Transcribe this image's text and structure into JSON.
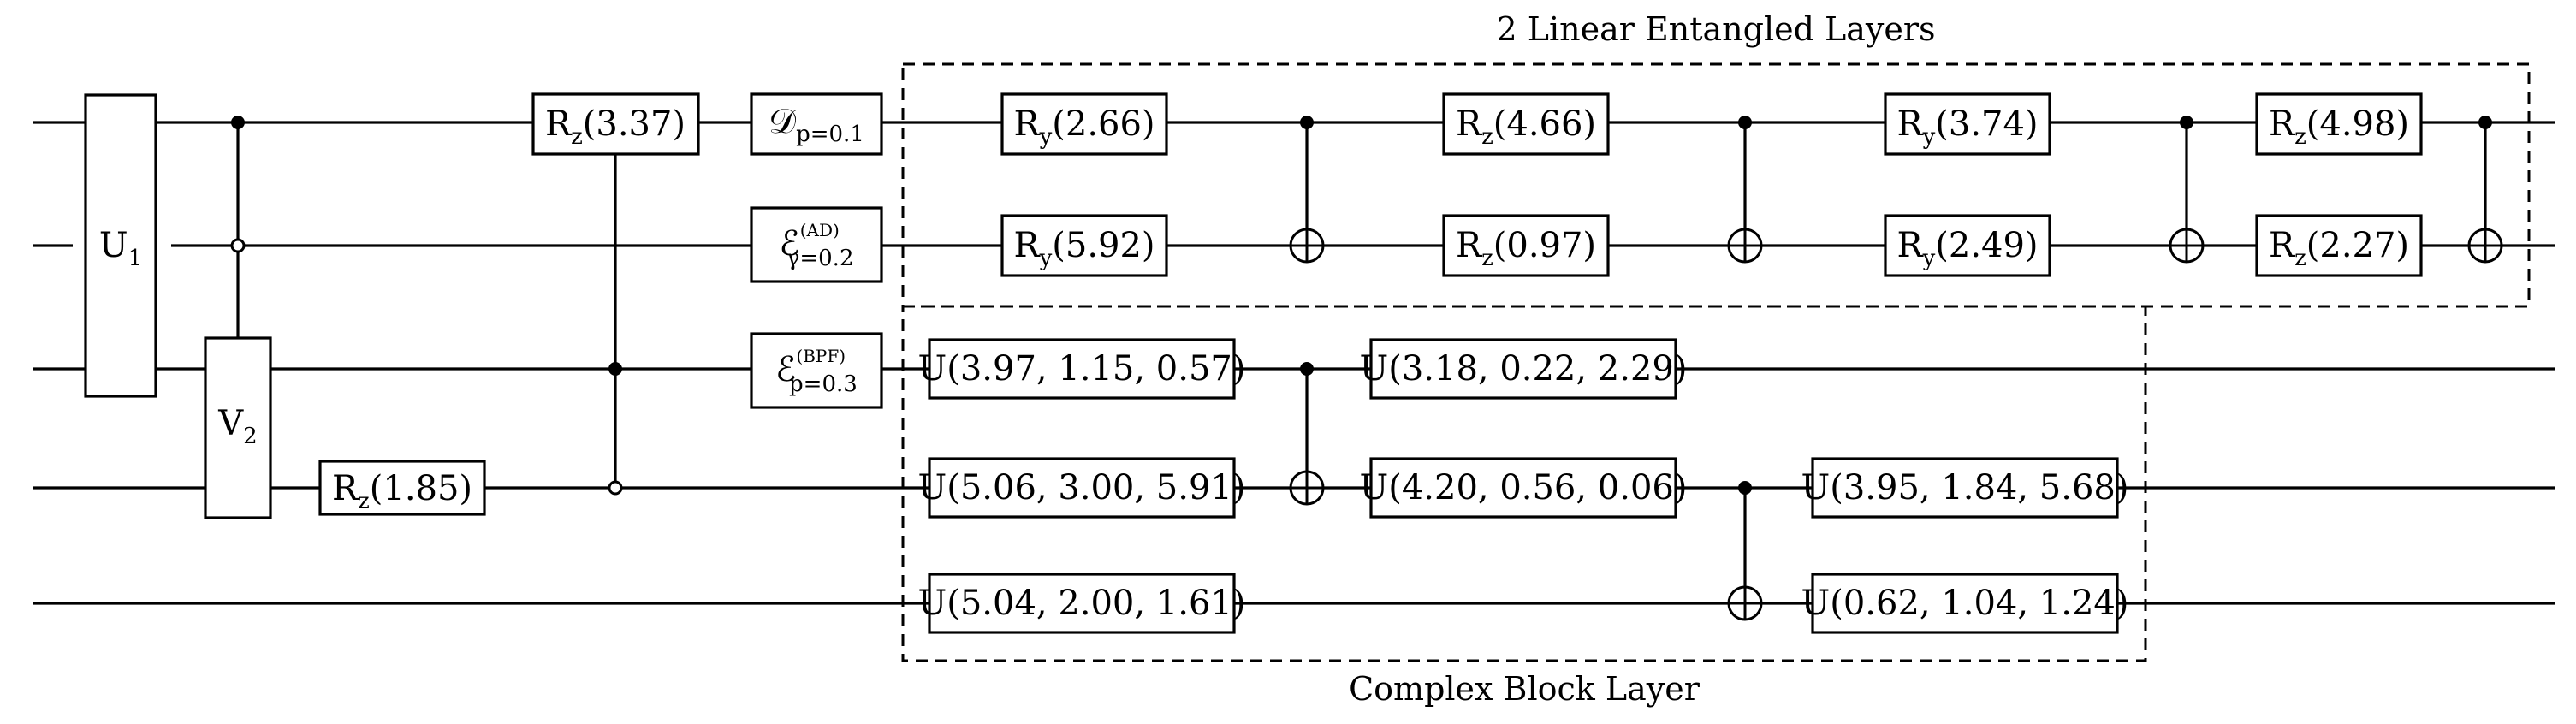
{
  "regions": {
    "entangled_label": "2 Linear Entangled Layers",
    "complex_label": "Complex Block Layer"
  },
  "gates": {
    "u1": {
      "main": "U",
      "sub": "1"
    },
    "v2": {
      "main": "V",
      "sub": "2"
    },
    "rz_185": {
      "main": "R",
      "sub": "z",
      "arg": "(1.85)"
    },
    "rz_337": {
      "main": "R",
      "sub": "z",
      "arg": "(3.37)"
    },
    "dep": {
      "main": "𝒟",
      "sub": "p=0.1"
    },
    "amp_damp": {
      "main": "ℰ",
      "sup": "(AD)",
      "sub": "γ=0.2"
    },
    "bpf": {
      "main": "ℰ",
      "sup": "(BPF)",
      "sub": "p=0.3"
    },
    "ry_266": {
      "main": "R",
      "sub": "y",
      "arg": "(2.66)"
    },
    "ry_592": {
      "main": "R",
      "sub": "y",
      "arg": "(5.92)"
    },
    "rz_466": {
      "main": "R",
      "sub": "z",
      "arg": "(4.66)"
    },
    "rz_097": {
      "main": "R",
      "sub": "z",
      "arg": "(0.97)"
    },
    "ry_374": {
      "main": "R",
      "sub": "y",
      "arg": "(3.74)"
    },
    "ry_249": {
      "main": "R",
      "sub": "y",
      "arg": "(2.49)"
    },
    "rz_498": {
      "main": "R",
      "sub": "z",
      "arg": "(4.98)"
    },
    "rz_227": {
      "main": "R",
      "sub": "z",
      "arg": "(2.27)"
    },
    "u_a": {
      "main": "U",
      "arg": "(3.97, 1.15, 0.57)"
    },
    "u_b": {
      "main": "U",
      "arg": "(5.06, 3.00, 5.91)"
    },
    "u_c": {
      "main": "U",
      "arg": "(5.04, 2.00, 1.61)"
    },
    "u_d": {
      "main": "U",
      "arg": "(3.18, 0.22, 2.29)"
    },
    "u_e": {
      "main": "U",
      "arg": "(4.20, 0.56, 0.06)"
    },
    "u_f": {
      "main": "U",
      "arg": "(3.95, 1.84, 5.68)"
    },
    "u_g": {
      "main": "U",
      "arg": "(0.62, 1.04, 1.24)"
    }
  }
}
